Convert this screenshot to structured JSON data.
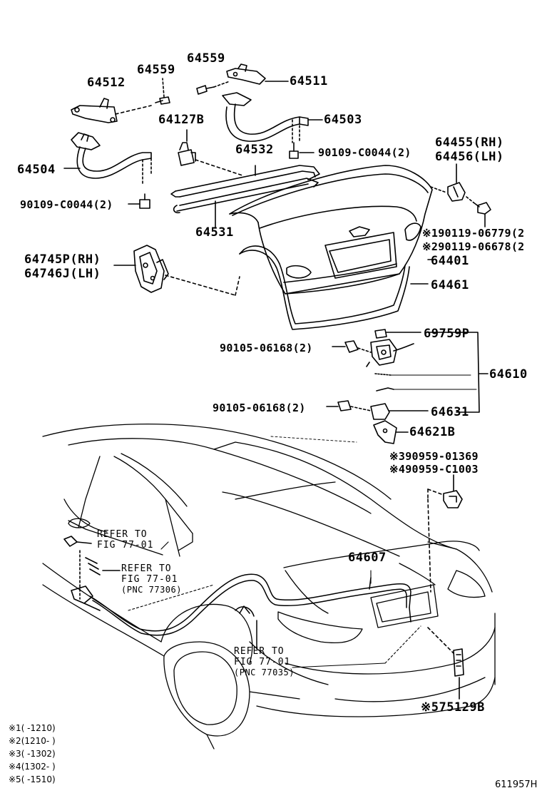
{
  "parts": {
    "p64512": "64512",
    "p64559_left": "64559",
    "p64559_right": "64559",
    "p64511": "64511",
    "p64127b": "64127B",
    "p64503": "64503",
    "p64532": "64532",
    "bolt_upper": "90109-C0044(2)",
    "p64455": "64455(RH)",
    "p64456": "64456(LH)",
    "p64504": "64504",
    "bolt_lower": "90109-C0044(2)",
    "p64531": "64531",
    "note1_part": "※190119-06779(2",
    "note2_part": "※290119-06678(2",
    "p64745p": "64745P(RH)",
    "p64746j": "64746J(LH)",
    "p64401": "64401",
    "p64461": "64461",
    "p69759p": "69759P",
    "screw_upper": "90105-06168(2)",
    "p64610": "64610",
    "screw_lower": "90105-06168(2)",
    "p64631": "64631",
    "p64621b": "64621B",
    "note3_part": "※390959-01369",
    "note4_part": "※490959-C1003",
    "p64607": "64607",
    "note5_part": "※575129B"
  },
  "refs": {
    "ref1_line1": "REFER TO",
    "ref1_line2": "FIG 77-01",
    "ref2_line1": "REFER TO",
    "ref2_line2": "FIG 77-01",
    "ref2_line3": "(PNC 77306)",
    "ref3_line1": "REFER TO",
    "ref3_line2": "FIG 77-01",
    "ref3_line3": "(PNC 77035)"
  },
  "notes": [
    "※1(     -1210)",
    "※2(1210-     )",
    "※3(     -1302)",
    "※4(1302-     )",
    "※5(     -1510)"
  ],
  "figure_id": "611957H"
}
